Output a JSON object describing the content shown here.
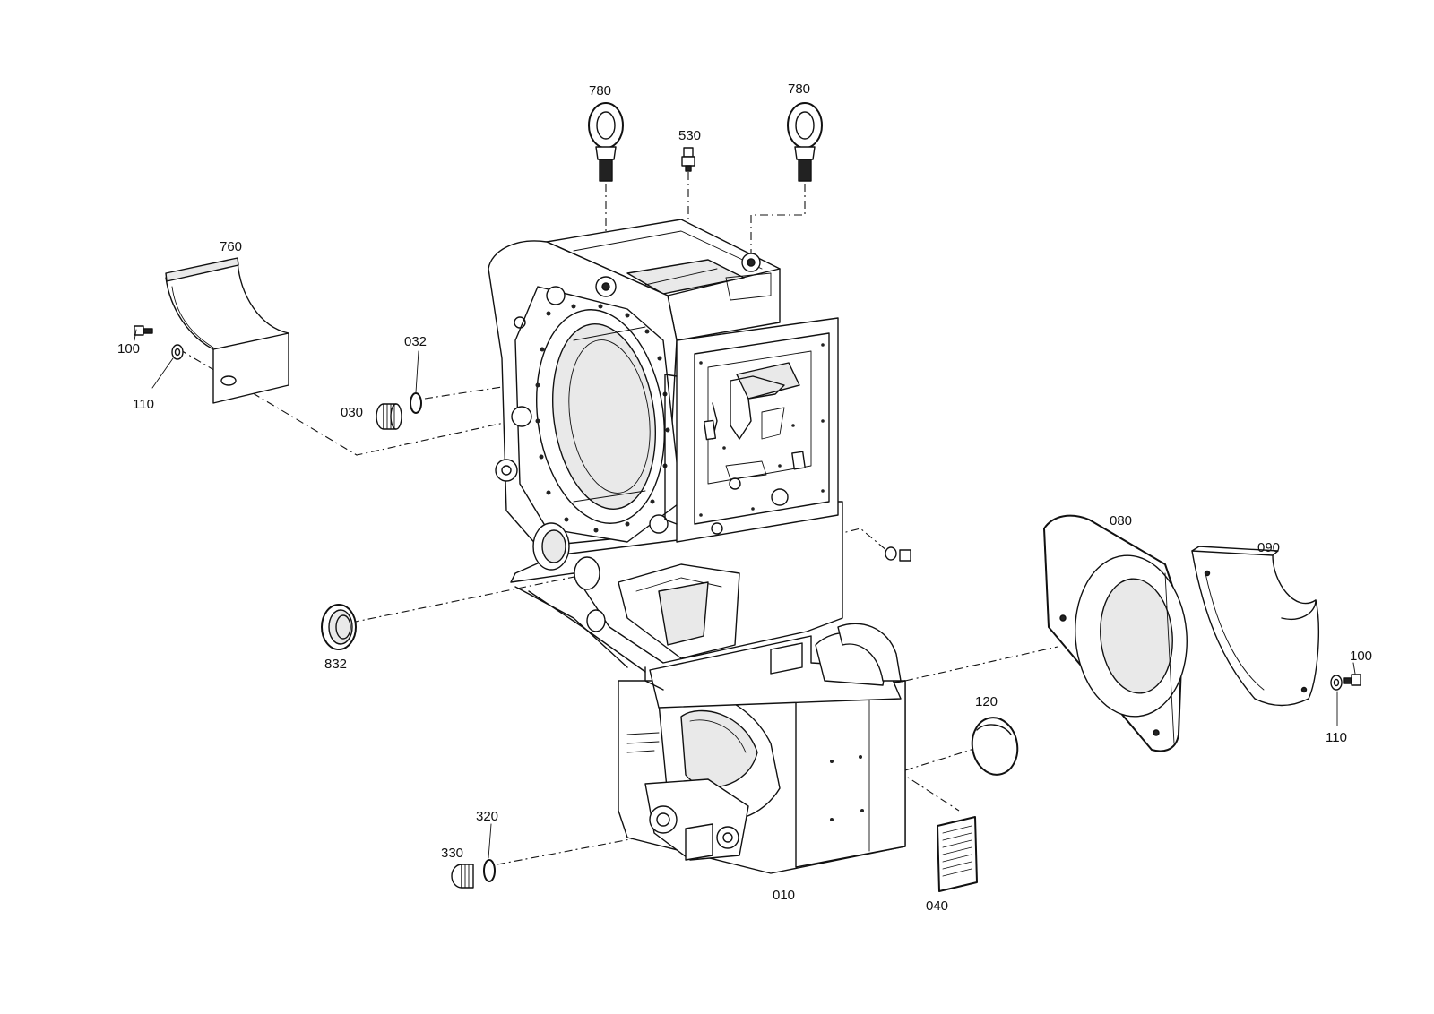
{
  "part_labels": {
    "eye_bolt_left": "780",
    "eye_bolt_right": "780",
    "breather": "530",
    "cover_760": "760",
    "screw_left": "100",
    "washer_left": "110",
    "o_ring_032": "032",
    "plug_030": "030",
    "seal_832": "832",
    "o_ring_320": "320",
    "plug_330": "330",
    "housing": "010",
    "type_plate": "040",
    "cap_120": "120",
    "plate_080": "080",
    "cover_090": "090",
    "screw_right": "100",
    "washer_right": "110"
  }
}
